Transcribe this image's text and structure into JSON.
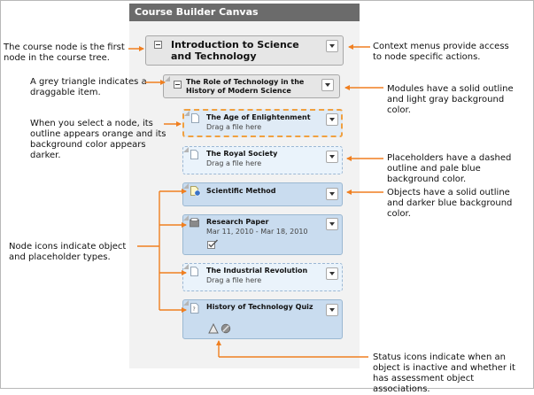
{
  "canvas": {
    "title": "Course Builder Canvas"
  },
  "nodes": {
    "course": {
      "title": "Introduction to Science and Technology"
    },
    "module": {
      "title": "The Role of Technology in the History of Modern Science"
    },
    "enlightenment": {
      "title": "The Age of Enlightenment",
      "sub": "Drag a file here"
    },
    "royal_society": {
      "title": "The Royal Society",
      "sub": "Drag a file here"
    },
    "scientific_method": {
      "title": "Scientific Method"
    },
    "research_paper": {
      "title": "Research Paper",
      "sub": "Mar 11, 2010 - Mar 18, 2010"
    },
    "industrial_revolution": {
      "title": "The Industrial Revolution",
      "sub": "Drag a file here"
    },
    "quiz": {
      "title": "History of Technology Quiz"
    }
  },
  "callouts": {
    "course_node": "The course node is the first node in the course tree.",
    "grey_triangle": "A grey triangle indicates a draggable item.",
    "selected_node": "When you select a node, its outline appears orange and its background color appears darker.",
    "node_icons": "Node icons indicate object and placeholder types.",
    "context_menus": "Context menus provide access to node specific actions.",
    "modules": "Modules have a solid outline and light gray background color.",
    "placeholders": "Placeholders have a dashed outline and pale blue background color.",
    "objects": "Objects have a solid outline and darker blue background color.",
    "status_icons": "Status icons indicate when an object is inactive and whether it has assessment object associations."
  },
  "colors": {
    "annotation": "#f07f20",
    "title_bar": "#6b6b6b",
    "selected_outline": "#f0a040",
    "placeholder_bg": "#eaf3fb",
    "object_bg": "#c9dcef",
    "module_bg": "#e6e6e6"
  }
}
